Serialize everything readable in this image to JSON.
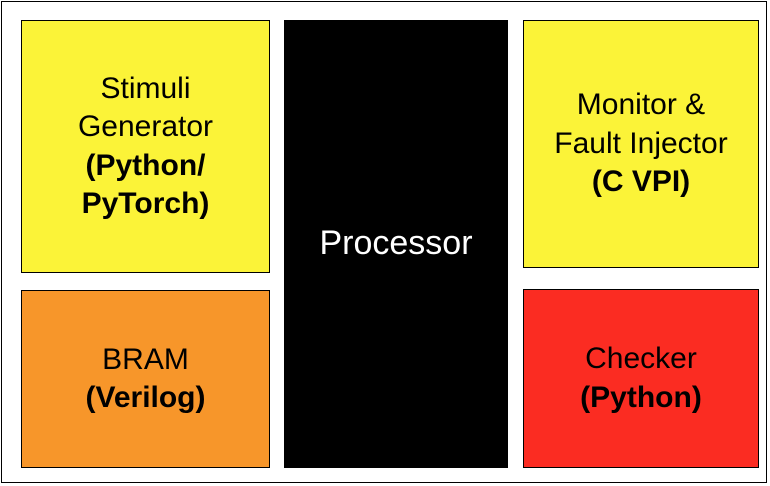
{
  "blocks": {
    "stimuli": {
      "color": "#FBF338",
      "lines": [
        "Stimuli",
        "Generator"
      ],
      "bold_lines": [
        "(Python/",
        "PyTorch)"
      ]
    },
    "bram": {
      "color": "#F7962A",
      "lines": [
        "BRAM"
      ],
      "bold_lines": [
        "(Verilog)"
      ]
    },
    "processor": {
      "color": "#000000",
      "label": "Processor",
      "text_color": "#FFFFFF"
    },
    "monitor": {
      "color": "#FBF338",
      "lines": [
        "Monitor &",
        "Fault Injector"
      ],
      "bold_lines": [
        "(C VPI)"
      ]
    },
    "checker": {
      "color": "#FB2C22",
      "lines": [
        "Checker"
      ],
      "bold_lines": [
        "(Python)"
      ]
    }
  }
}
